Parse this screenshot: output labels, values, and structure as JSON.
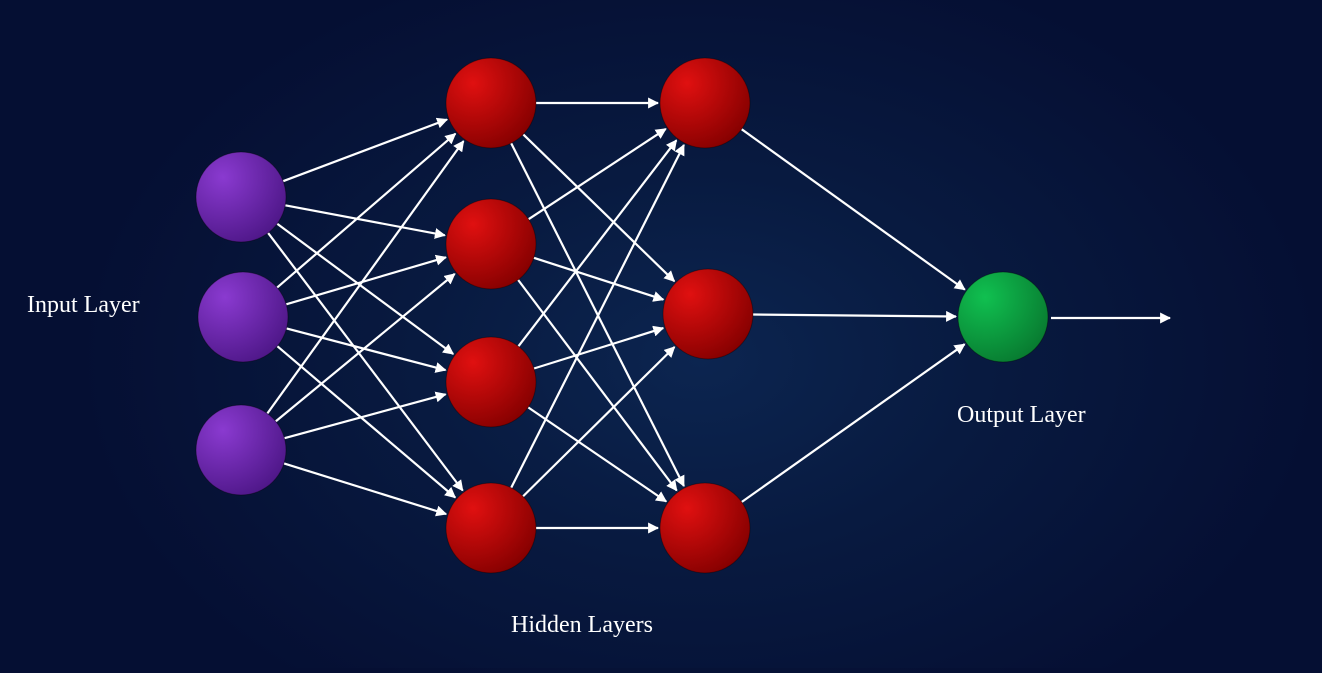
{
  "labels": {
    "input": "Input Layer",
    "hidden": "Hidden Layers",
    "output": "Output Layer"
  },
  "colors": {
    "input": [
      "#8a3ad0",
      "#4e1788"
    ],
    "hidden": [
      "#e01010",
      "#850000"
    ],
    "output": [
      "#10c050",
      "#087a30"
    ],
    "edge": "#ffffff"
  },
  "network": {
    "layers": [
      {
        "type": "input",
        "neurons": 3
      },
      {
        "type": "hidden",
        "neurons": 4
      },
      {
        "type": "hidden",
        "neurons": 3
      },
      {
        "type": "output",
        "neurons": 1
      }
    ],
    "fully_connected": true,
    "output_arrow": true
  }
}
